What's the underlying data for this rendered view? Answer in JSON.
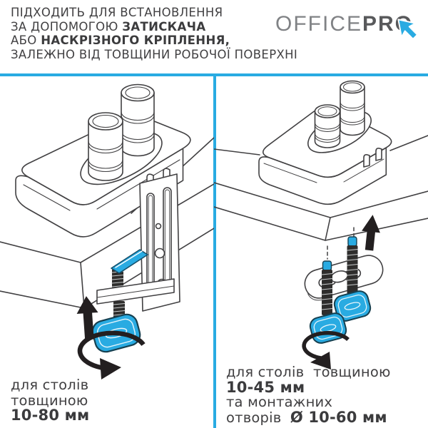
{
  "header": {
    "line1": "ПІДХОДИТЬ ДЛЯ ВСТАНОВЛЕННЯ",
    "line2_regular": "ЗА ДОПОМОГОЮ ",
    "line2_bold": "ЗАТИСКАЧА",
    "line3_regular": "АБО ",
    "line3_bold": "НАСКРІЗНОГО КРІПЛЕННЯ,",
    "line4": "ЗАЛЕЖНО ВІД ТОВЩИНИ РОБОЧОЇ ПОВЕРХНІ"
  },
  "logo": {
    "office": "OFFICE",
    "pro": "PRO",
    "cursor_icon": "cursor-arrow"
  },
  "left_panel": {
    "illustration": "desk-clamp-mount",
    "caption_line1": "для столів",
    "caption_line2": "товщиною",
    "caption_line3_bold": "10-80 мм"
  },
  "right_panel": {
    "illustration": "grommet-through-desk-mount",
    "caption_line1": "для столів  товщиною",
    "caption_line2_bold": "10-45 мм",
    "caption_line3": "та монтажних",
    "caption_line4_regular": "отворів ",
    "caption_line4_bold": "Ø 10-60 мм"
  },
  "icons": {
    "logo_cursor": "cursor-arrow",
    "up_arrow": "up-arrow",
    "rotate_arrow": "rotation-arrow",
    "knob": "clamp-knob"
  },
  "colors": {
    "accent": "#29abe2",
    "line_art": "#414042",
    "text": "#414042",
    "logo_office": "#808285",
    "logo_pro": "#58595b",
    "arrow": "#231f20"
  }
}
